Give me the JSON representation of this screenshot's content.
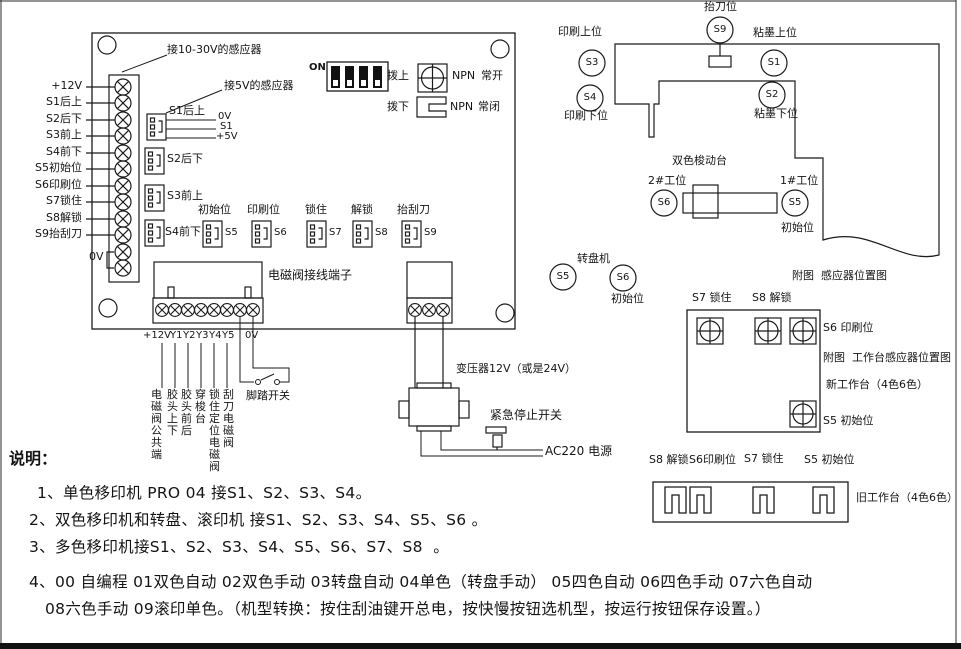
{
  "board": {
    "note_10_30v": "接10-30V的感应器",
    "note_5v": "接5V的感应器",
    "dip_on": "ON",
    "npn_open": {
      "toggle": "拨上",
      "type": "NPN",
      "state": "常开"
    },
    "npn_closed": {
      "toggle": "拨下",
      "type": "NPN",
      "state": "常闭"
    },
    "left_terminals": [
      "+12V",
      "S1后上",
      "S2后下",
      "S3前上",
      "S4前下",
      "S5初始位",
      "S6印刷位",
      "S7锁住",
      "S8解锁",
      "S9抬刮刀"
    ],
    "gnd": "0V",
    "s1_plug": {
      "label": "S1后上",
      "wire_top": "0V",
      "wire_mid": "S1",
      "wire_bot": "+5V"
    },
    "plug_s2": "S2后下",
    "plug_s3": "S3前上",
    "plug_s4": "S4前下",
    "sensor_plugs": [
      {
        "pos": "初始位",
        "id": "S5"
      },
      {
        "pos": "印刷位",
        "id": "S6"
      },
      {
        "pos": "锁住",
        "id": "S7"
      },
      {
        "pos": "解锁",
        "id": "S8"
      },
      {
        "pos": "抬刮刀",
        "id": "S9"
      }
    ],
    "valve_block_title": "电磁阀接线端子",
    "outputs": [
      "+12V",
      "Y1",
      "Y2",
      "Y3",
      "Y4",
      "Y5"
    ],
    "output_gnd": "0V",
    "output_functions": [
      "电磁阀公共端",
      "胶头上下",
      "胶头前后",
      "穿梭台",
      "锁住定位电磁阀",
      "刮刀电磁阀"
    ],
    "foot_switch": "脚踏开关"
  },
  "power": {
    "transformer": "变压器12V（或是24V）",
    "estop": "紧急停止开关",
    "ac": "AC220 电源"
  },
  "machine": {
    "knife_pos": "抬刀位",
    "knife_id": "S9",
    "print_up": "印刷上位",
    "print_up_id": "S3",
    "print_down": "印刷下位",
    "print_down_id": "S4",
    "ink_up": "粘墨上位",
    "ink_up_id": "S1",
    "ink_down": "粘墨下位",
    "ink_down_id": "S2"
  },
  "shuttle": {
    "title": "双色梭动台",
    "station2": "2#工位",
    "station2_id": "S6",
    "station1": "1#工位",
    "station1_id": "S5",
    "init": "初始位"
  },
  "turntable": {
    "title": "转盘机",
    "id_a": "S5",
    "id_b": "S6",
    "init": "初始位"
  },
  "attach_note": "附图  感应器位置图",
  "new_table": {
    "lock": "S7 锁住",
    "unlock": "S8 解锁",
    "print_pos": "S6 印刷位",
    "note": "附图  工作台感应器位置图",
    "name": "新工作台（4色6色）",
    "init_pos": "S5 初始位"
  },
  "old_table": {
    "labels": [
      "S8 解锁",
      "S6印刷位",
      "S7 锁住",
      "S5 初始位"
    ],
    "name": "旧工作台（4色6色）"
  },
  "notes": {
    "title": "说明：",
    "line1": "1、单色移印机 PRO 04 接S1、S2、S3、S4。",
    "line2": "2、双色移印机和转盘、滚印机 接S1、S2、S3、S4、S5、S6 。",
    "line3": "3、多色移印机接S1、S2、S3、S4、S5、S6、S7、S8  。",
    "line4a": "4、00 自编程 01双色自动 02双色手动 03转盘自动 04单色（转盘手动） 05四色自动 06四色手动 07六色自动",
    "line4b": "08六色手动 09滚印单色。（机型转换：按住刮油键开总电，按快慢按钮选机型，按运行按钮保存设置。）"
  }
}
